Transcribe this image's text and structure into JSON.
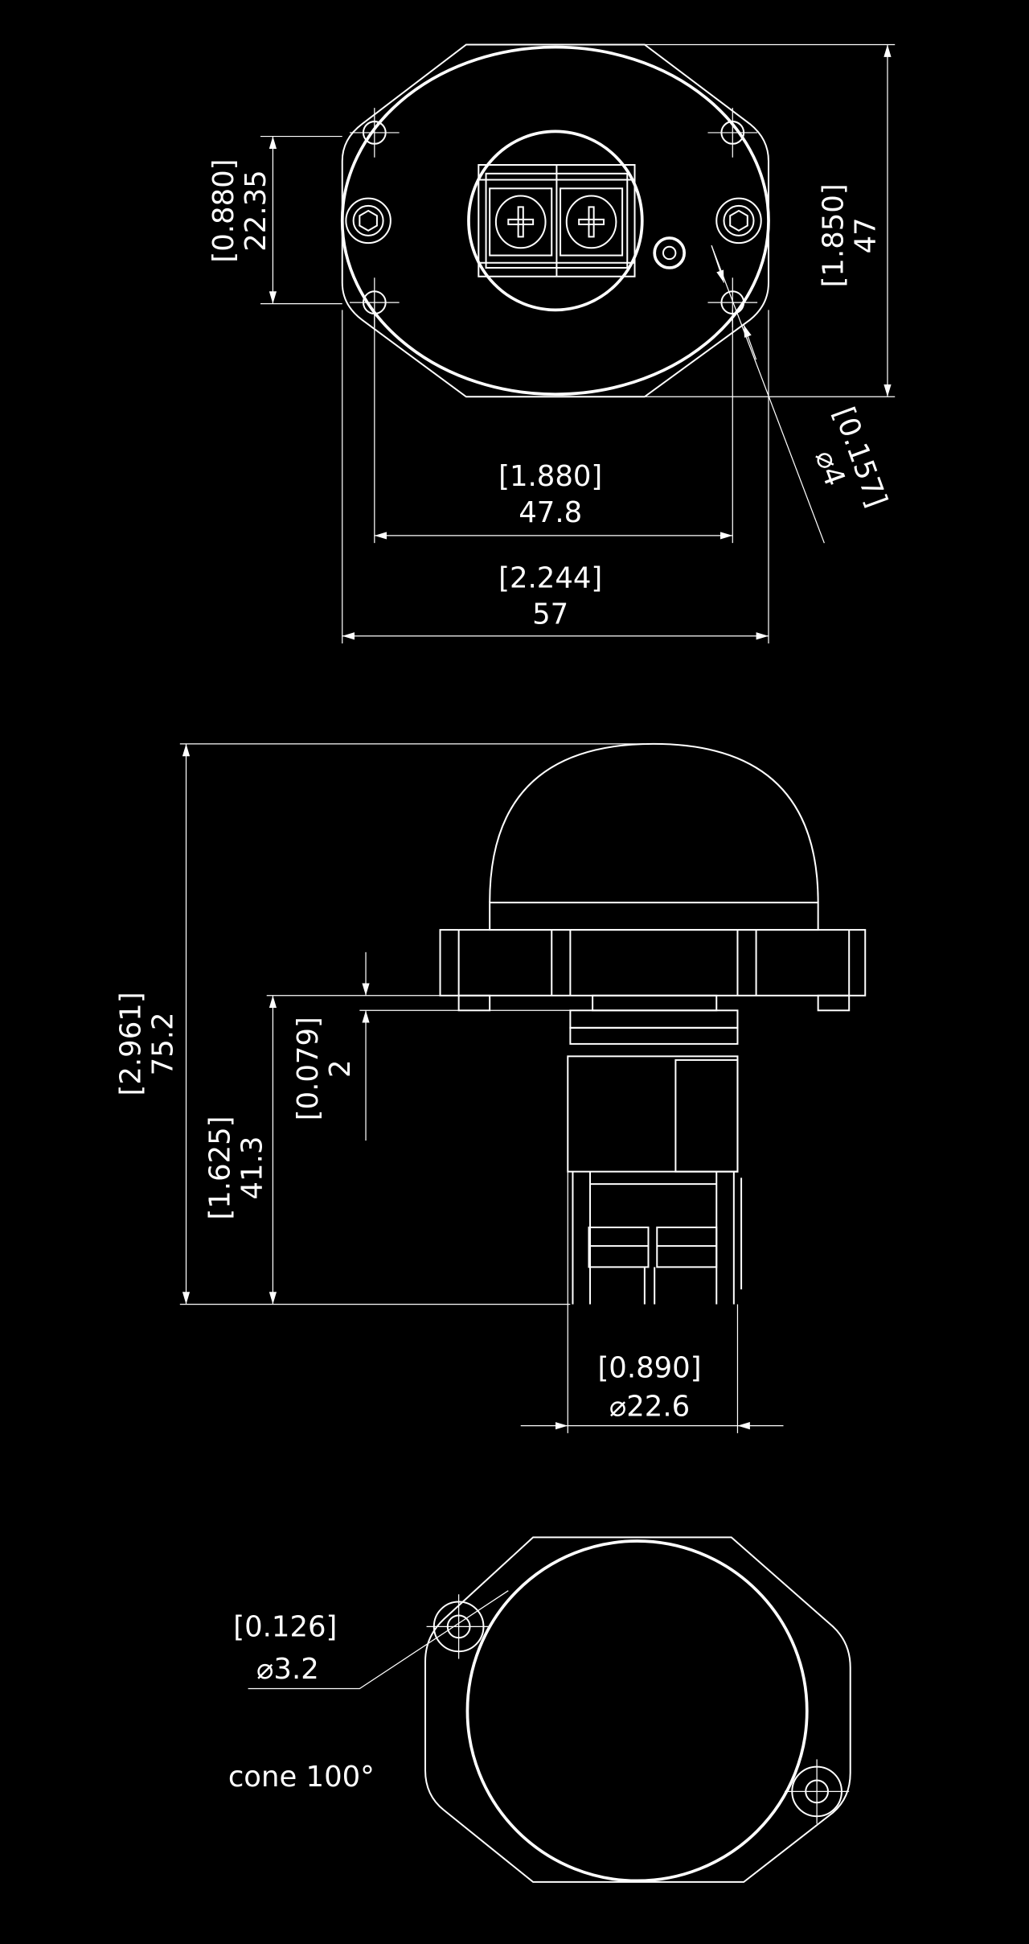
{
  "top_view": {
    "dim_height_small": {
      "inch": "[0.880]",
      "mm": "22.35"
    },
    "dim_height_total": {
      "inch": "[1.850]",
      "mm": "47"
    },
    "dim_hole_spacing": {
      "inch": "[1.880]",
      "mm": "47.8"
    },
    "dim_width_total": {
      "inch": "[2.244]",
      "mm": "57"
    },
    "dim_hole_diameter": {
      "inch": "[0.157]",
      "mm": "⌀4"
    }
  },
  "side_view": {
    "dim_total_height": {
      "inch": "[2.961]",
      "mm": "75.2"
    },
    "dim_body_height": {
      "inch": "[1.625]",
      "mm": "41.3"
    },
    "dim_offset": {
      "inch": "[0.079]",
      "mm": "2"
    },
    "dim_body_diameter": {
      "inch": "[0.890]",
      "mm": "⌀22.6"
    }
  },
  "bottom_view": {
    "dim_hole": {
      "inch": "[0.126]",
      "mm": "⌀3.2"
    },
    "note": "cone 100°"
  },
  "colors": {
    "background": "#000000",
    "line": "#ffffff"
  }
}
